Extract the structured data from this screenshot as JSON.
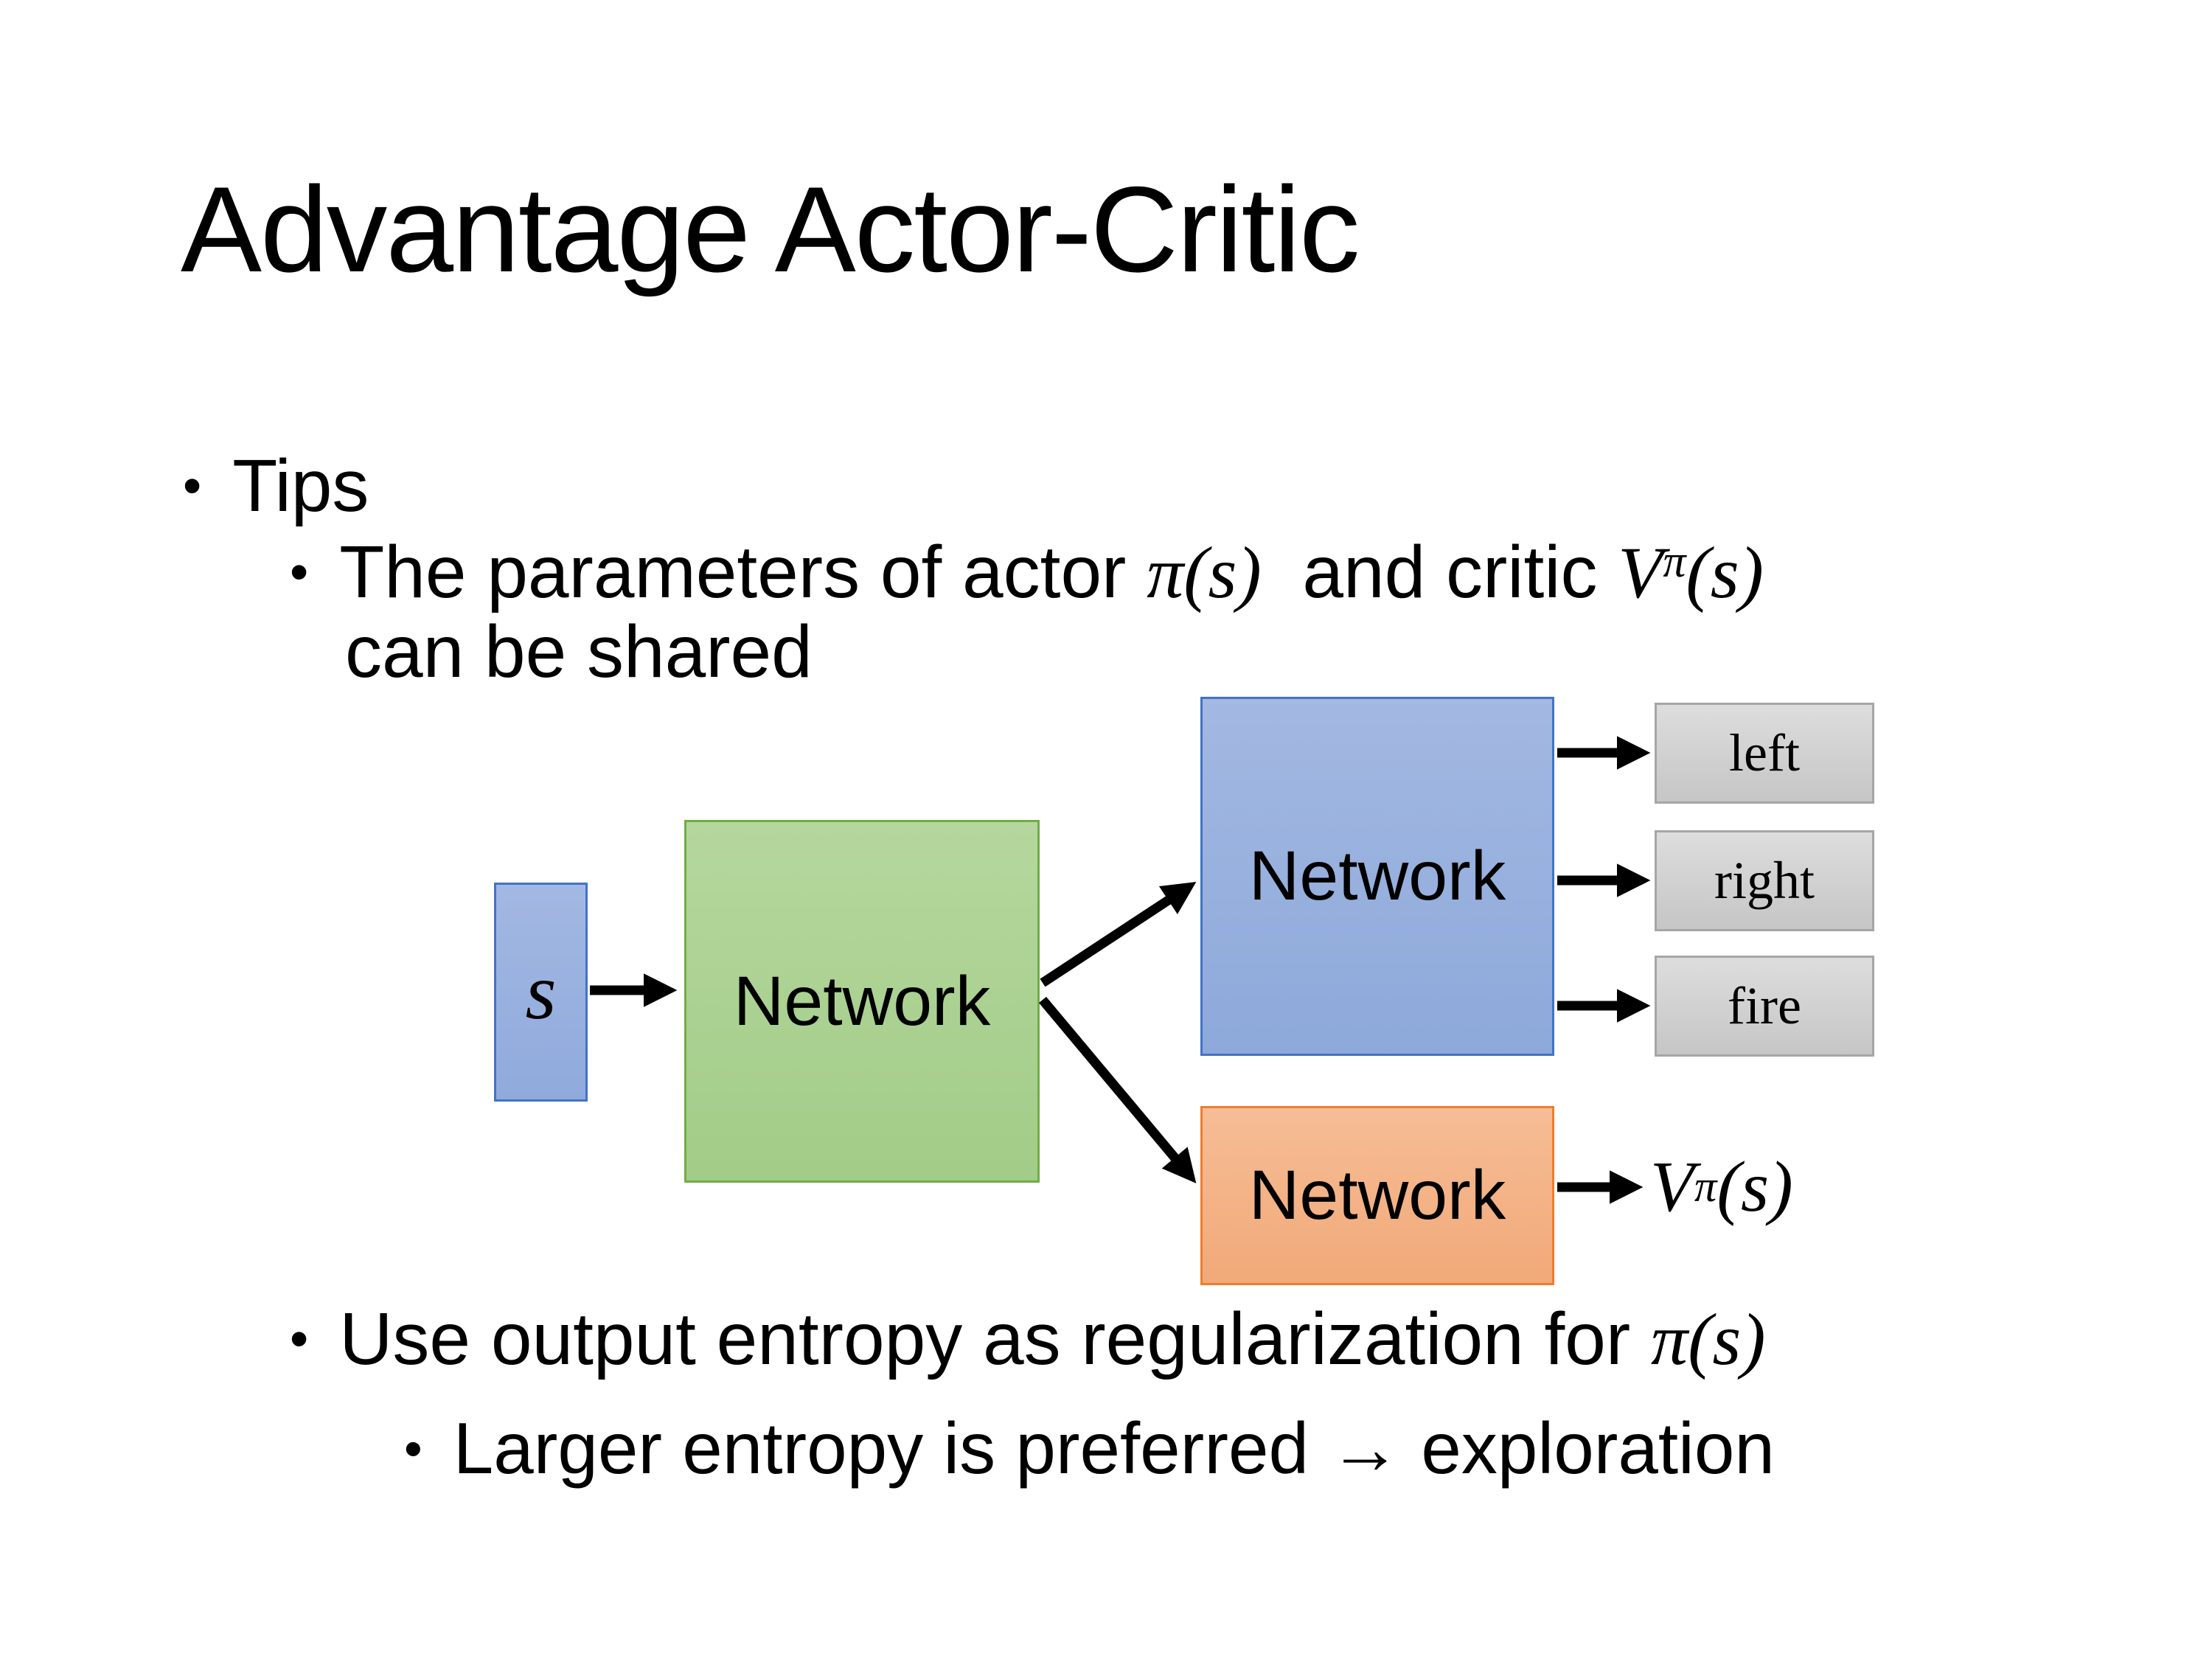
{
  "slide": {
    "title": "Advantage Actor-Critic",
    "bullet_char": "•",
    "bullets": {
      "tips": "Tips",
      "shared": {
        "pre": "The parameters of actor ",
        "actor_math": "π(s)",
        "mid": "  and critic ",
        "critic_v": "V",
        "critic_sup": "π",
        "critic_args": "(s)",
        "line2": "can be shared"
      },
      "entropy": {
        "pre": "Use output entropy as regularization for ",
        "math": "π(s)"
      },
      "exploration": "Larger entropy is preferred → exploration"
    }
  },
  "diagram": {
    "state_label": "s",
    "shared_network_label": "Network",
    "actor_network_label": "Network",
    "critic_network_label": "Network",
    "actions": [
      "left",
      "right",
      "fire"
    ],
    "value_output": {
      "v": "V",
      "sup": "π",
      "args": "(s)"
    },
    "colors": {
      "state_fill": "#8faadc",
      "state_border": "#4472c4",
      "shared_fill": "#a9d18e",
      "shared_border": "#70ad47",
      "actor_fill": "#8faadc",
      "actor_border": "#4472c4",
      "critic_fill": "#f4b183",
      "critic_border": "#ed7d31",
      "action_fill": "#d0d0d0",
      "action_border": "#a6a6a6",
      "arrow": "#000000"
    }
  }
}
